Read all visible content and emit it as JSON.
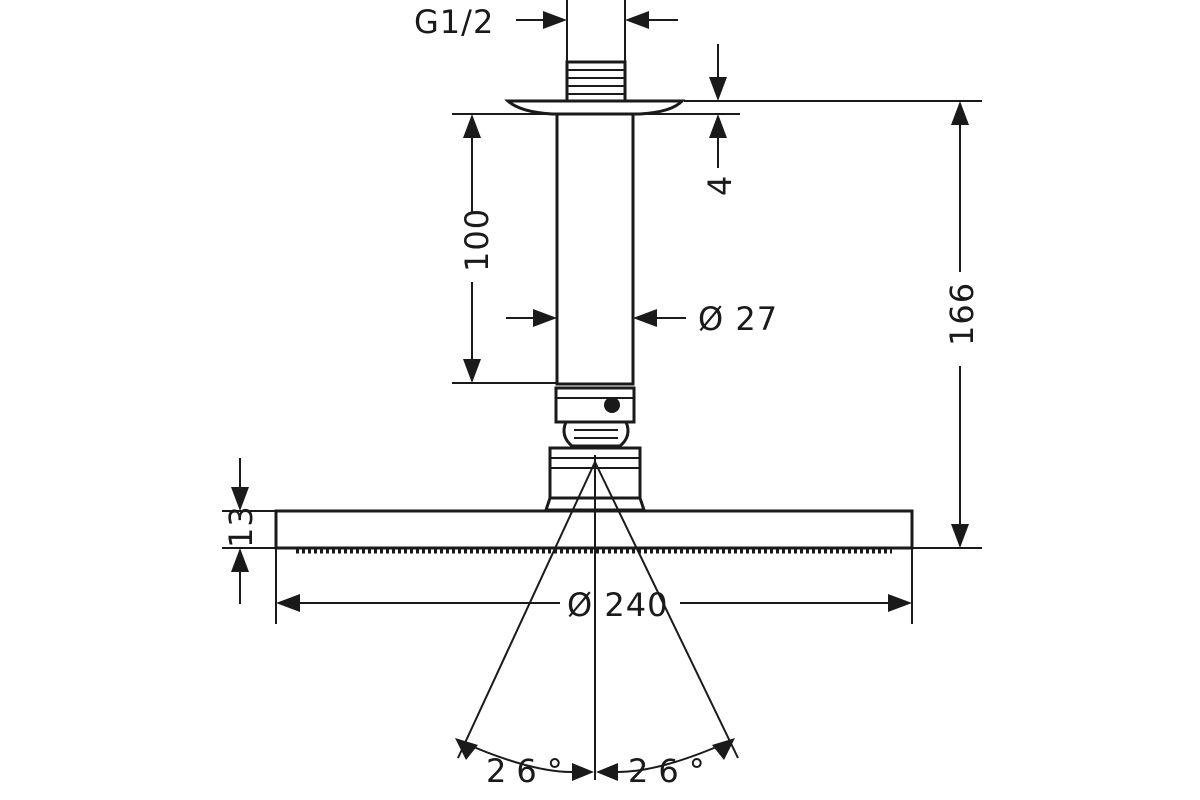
{
  "diagram": {
    "labels": {
      "thread": "G1/2",
      "escutcheon_thickness": "4",
      "arm_length": "100",
      "arm_diameter": "Ø 27",
      "total_height": "166",
      "head_thickness": "13",
      "head_diameter": "Ø 240",
      "spray_angle_left": "26°",
      "spray_angle_right": "26°"
    },
    "colors": {
      "line": "#1a1a1a",
      "background": "#ffffff"
    }
  }
}
